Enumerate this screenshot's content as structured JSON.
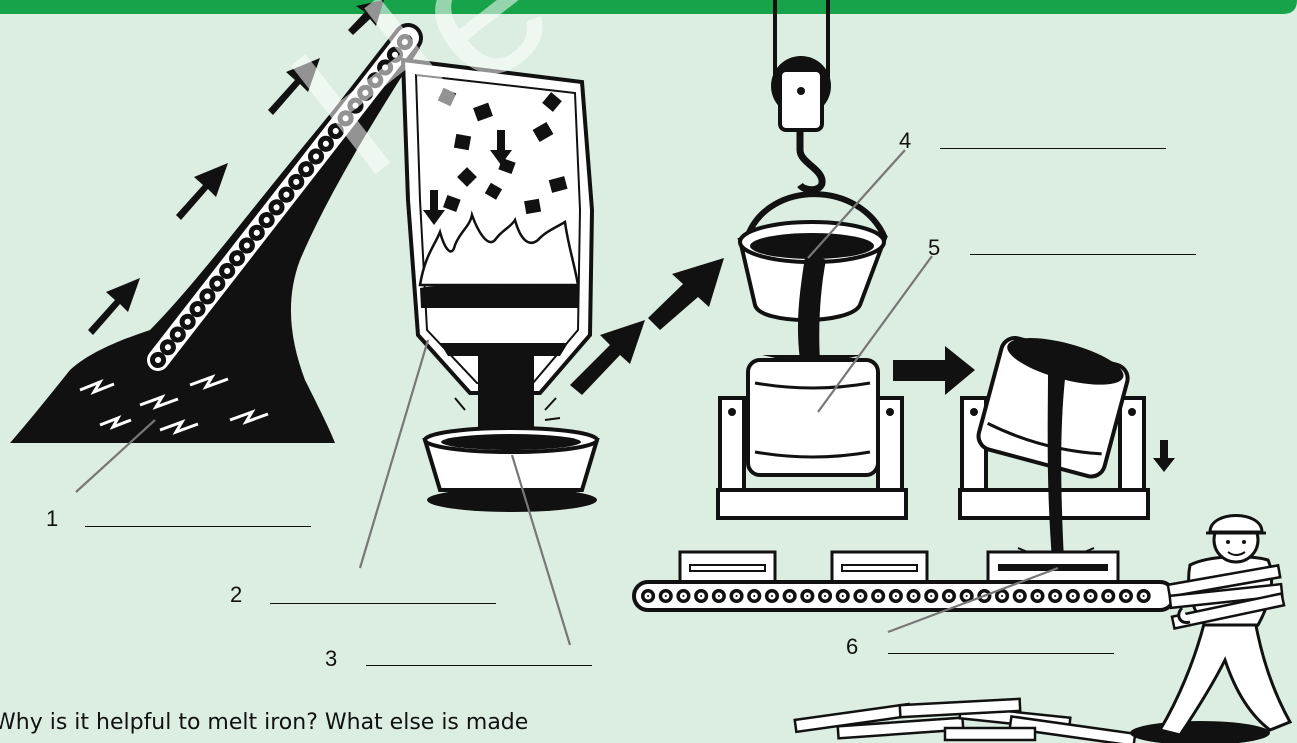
{
  "diagram": {
    "labels": [
      {
        "id": "1",
        "text": "1"
      },
      {
        "id": "2",
        "text": "2"
      },
      {
        "id": "3",
        "text": "3"
      },
      {
        "id": "4",
        "text": "4"
      },
      {
        "id": "5",
        "text": "5"
      },
      {
        "id": "6",
        "text": "6"
      }
    ],
    "question_text": "Why is it helpful to melt iron? What else is made",
    "colors": {
      "background": "#dcede1",
      "header_band": "#16a34a",
      "ink": "#111111"
    }
  }
}
